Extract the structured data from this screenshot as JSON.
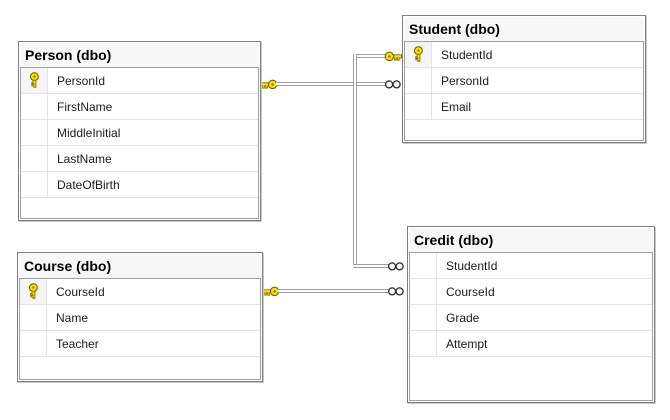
{
  "diagram": {
    "tables": {
      "person": {
        "title": "Person (dbo)",
        "columns": [
          {
            "name": "PersonId",
            "pk": true
          },
          {
            "name": "FirstName",
            "pk": false
          },
          {
            "name": "MiddleInitial",
            "pk": false
          },
          {
            "name": "LastName",
            "pk": false
          },
          {
            "name": "DateOfBirth",
            "pk": false
          }
        ]
      },
      "student": {
        "title": "Student (dbo)",
        "columns": [
          {
            "name": "StudentId",
            "pk": true
          },
          {
            "name": "PersonId",
            "pk": false
          },
          {
            "name": "Email",
            "pk": false
          }
        ]
      },
      "course": {
        "title": "Course (dbo)",
        "columns": [
          {
            "name": "CourseId",
            "pk": true
          },
          {
            "name": "Name",
            "pk": false
          },
          {
            "name": "Teacher",
            "pk": false
          }
        ]
      },
      "credit": {
        "title": "Credit (dbo)",
        "columns": [
          {
            "name": "StudentId",
            "pk": false
          },
          {
            "name": "CourseId",
            "pk": false
          },
          {
            "name": "Grade",
            "pk": false
          },
          {
            "name": "Attempt",
            "pk": false
          }
        ]
      }
    },
    "relationships": [
      {
        "one_side": "Person.PersonId",
        "many_side": "Student.PersonId"
      },
      {
        "one_side": "Student.StudentId",
        "many_side": "Credit.StudentId"
      },
      {
        "one_side": "Course.CourseId",
        "many_side": "Credit.CourseId"
      }
    ],
    "icons": {
      "primary_key": "key-icon",
      "one_end": "key-icon",
      "many_end": "infinity-icon"
    },
    "colors": {
      "key_fill": "#ffe000",
      "key_outline": "#7c7100",
      "line": "#9e9e9e",
      "table_border": "#7f7f7f",
      "grid_border": "#a0a0a0",
      "row_separator": "#e3e3e3",
      "header_bg": "#f7f7f7",
      "canvas_bg": "#ffffff"
    }
  }
}
